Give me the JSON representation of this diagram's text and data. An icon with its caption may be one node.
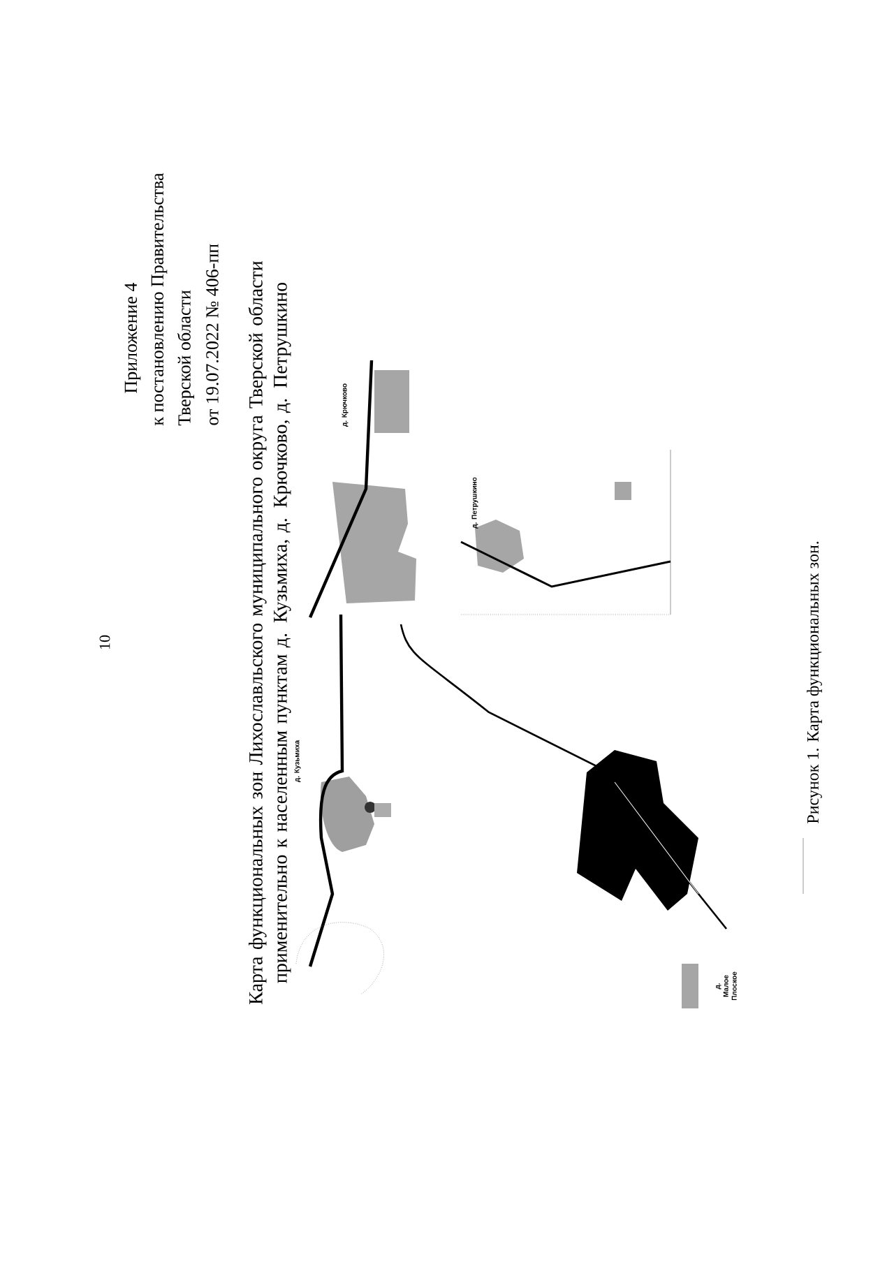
{
  "diagram": {
    "title": "Карта функциональных зон Лихославльского муниципального округа Тверской области применительно к населенным пунктам д. Кузьмиха, д. Крючково, д. Петрушкино",
    "caption": "Рисунок 1. Карта функциональных зон.",
    "labels": [
      "10",
      "Приложение 4",
      "к постановлению Правительства",
      "Тверской области",
      "от 19.07.2022  № 406-пп",
      "д. Крючково",
      "д. Петрушкино",
      "д. Кузьмиха",
      "д. Малое Плоское"
    ]
  }
}
